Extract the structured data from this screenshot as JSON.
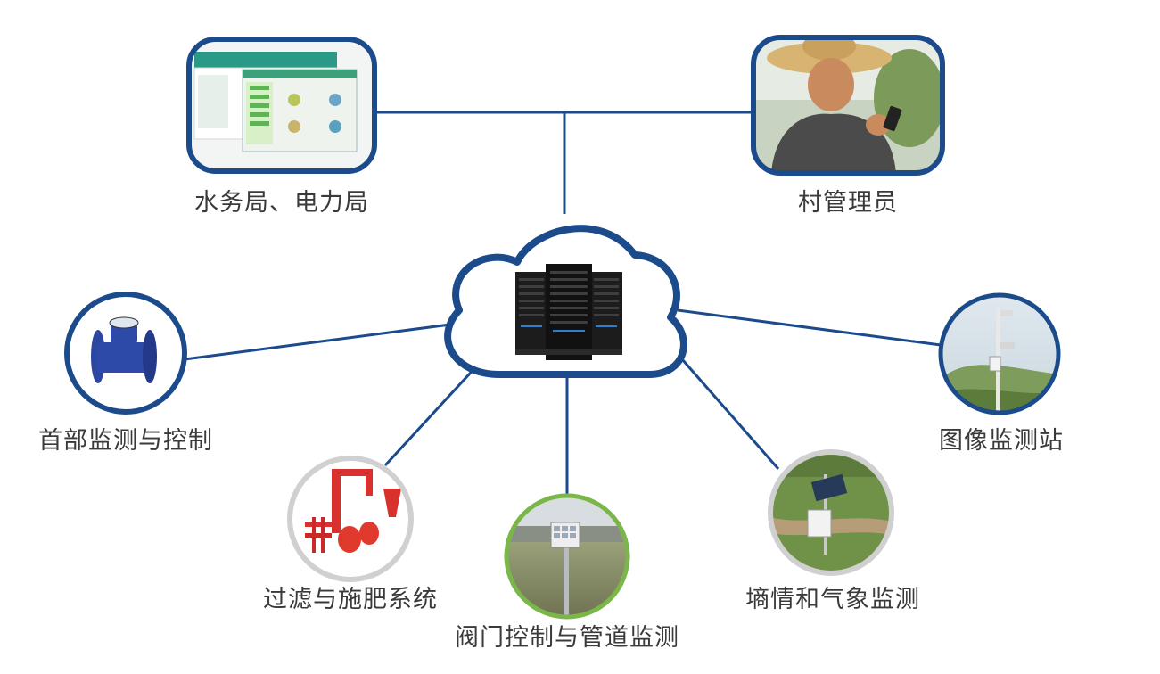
{
  "colors": {
    "line": "#1c4b8c",
    "frame_blue": "#1c4b8c",
    "frame_gray": "#d0d0d0",
    "frame_green": "#7ab648",
    "label_text": "#3a3a3a"
  },
  "center": {
    "icon": "cloud-server-icon"
  },
  "nodes": [
    {
      "id": "water-bureau",
      "label": "水务局、电力局",
      "icon": "software-screenshot-icon"
    },
    {
      "id": "village-admin",
      "label": "村管理员",
      "icon": "farmer-with-phone-photo"
    },
    {
      "id": "head-monitoring",
      "label": "首部监测与控制",
      "icon": "water-meter-icon"
    },
    {
      "id": "image-station",
      "label": "图像监测站",
      "icon": "camera-pole-photo"
    },
    {
      "id": "filter-fertilizer",
      "label": "过滤与施肥系统",
      "icon": "filter-system-icon"
    },
    {
      "id": "valve-pipeline",
      "label": "阀门控制与管道监测",
      "icon": "valve-station-photo"
    },
    {
      "id": "soil-weather",
      "label": "墒情和气象监测",
      "icon": "weather-station-photo"
    }
  ]
}
